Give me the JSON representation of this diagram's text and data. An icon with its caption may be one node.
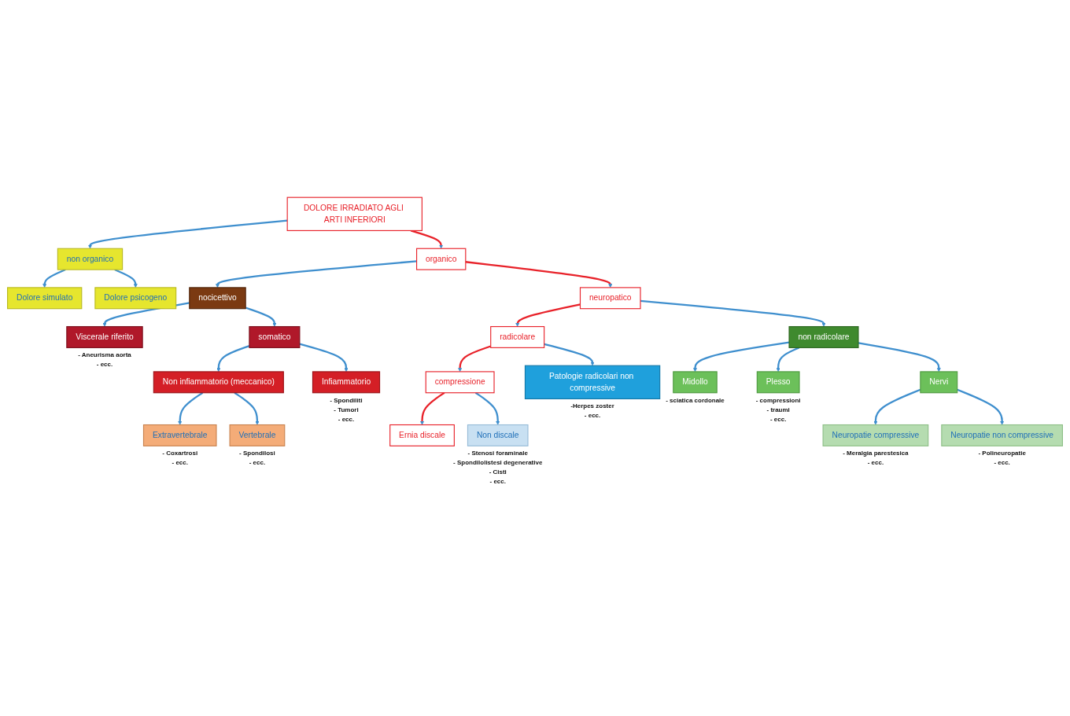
{
  "diagram": {
    "nodes": [
      {
        "text": [
          "DOLORE IRRADIATO AGLI ARTI INFERIORI"
        ]
      },
      {
        "text": [
          "non organico"
        ]
      },
      {
        "text": [
          "organico"
        ]
      },
      {
        "text": [
          "Dolore simulato"
        ]
      },
      {
        "text": [
          "Dolore psicogeno"
        ]
      },
      {
        "text": [
          "nocicettivo"
        ]
      },
      {
        "text": [
          "neuropatico"
        ]
      },
      {
        "text": [
          "Viscerale riferito"
        ],
        "beside": [
          "- Aneurisma aorta",
          "- ecc."
        ]
      },
      {
        "text": [
          "somatico"
        ]
      },
      {
        "text": [
          "radicolare"
        ]
      },
      {
        "text": [
          "non radicolare"
        ]
      },
      {
        "text": [
          "Non infiammatorio (meccanico)"
        ]
      },
      {
        "text": [
          "Infiammatorio"
        ],
        "beside": [
          "- Spondiliti",
          "- Tumori",
          "- ecc."
        ]
      },
      {
        "text": [
          "compressione"
        ]
      },
      {
        "text": [
          "Patologie radicolari non compressive"
        ],
        "beside": [
          "-Herpes zoster",
          "- ecc."
        ]
      },
      {
        "text": [
          "Midollo"
        ],
        "beside": [
          "- sciatica cordonale"
        ]
      },
      {
        "text": [
          "Plesso"
        ],
        "beside": [
          "- compressioni",
          "- traumi",
          "- ecc."
        ]
      },
      {
        "text": [
          "Nervi"
        ]
      },
      {
        "text": [
          "Extravertebrale"
        ],
        "beside": [
          "- Coxartrosi",
          "- ecc."
        ]
      },
      {
        "text": [
          "Vertebrale"
        ],
        "beside": [
          "- Spondilosi",
          "- ecc."
        ]
      },
      {
        "text": [
          "Ernia discale"
        ]
      },
      {
        "text": [
          "Non discale"
        ],
        "beside": [
          "- Stenosi foraminale",
          "- Spondilolistesi degenerative",
          "- Cisti",
          "- ecc."
        ]
      },
      {
        "text": [
          "Neuropatie compressive"
        ],
        "beside": [
          "- Meralgia parestesica",
          "- ecc."
        ]
      },
      {
        "text": [
          "Neuropatie non compressive"
        ],
        "beside": [
          "- Polineuropatie",
          "- ecc."
        ]
      }
    ],
    "edges": [
      {
        "from": 0,
        "to": 1,
        "arrow": "to"
      },
      {
        "from": 0,
        "to": 2,
        "arrow": "to",
        "color": "#e8222a"
      },
      {
        "from": 1,
        "to": 3,
        "arrow": "to"
      },
      {
        "from": 1,
        "to": 4,
        "arrow": "to"
      },
      {
        "from": 2,
        "to": 5,
        "arrow": "to"
      },
      {
        "from": 2,
        "to": 6,
        "arrow": "to",
        "color": "#e8222a"
      },
      {
        "from": 5,
        "to": 7,
        "arrow": "to"
      },
      {
        "from": 5,
        "to": 8,
        "arrow": "to"
      },
      {
        "from": 6,
        "to": 9,
        "arrow": "to",
        "color": "#e8222a"
      },
      {
        "from": 6,
        "to": 10,
        "arrow": "to"
      },
      {
        "from": 8,
        "to": 11,
        "arrow": "to"
      },
      {
        "from": 8,
        "to": 12,
        "arrow": "to"
      },
      {
        "from": 9,
        "to": 13,
        "arrow": "to",
        "color": "#e8222a"
      },
      {
        "from": 9,
        "to": 14,
        "arrow": "to"
      },
      {
        "from": 10,
        "to": 15,
        "arrow": "to"
      },
      {
        "from": 10,
        "to": 16,
        "arrow": "to"
      },
      {
        "from": 10,
        "to": 17,
        "arrow": "to"
      },
      {
        "from": 11,
        "to": 18,
        "arrow": "to"
      },
      {
        "from": 11,
        "to": 19,
        "arrow": "to"
      },
      {
        "from": 13,
        "to": 20,
        "arrow": "to",
        "color": "#e8222a"
      },
      {
        "from": 13,
        "to": 21,
        "arrow": "to"
      },
      {
        "from": 17,
        "to": 22,
        "arrow": "to"
      },
      {
        "from": 17,
        "to": 23,
        "arrow": "to"
      }
    ]
  }
}
